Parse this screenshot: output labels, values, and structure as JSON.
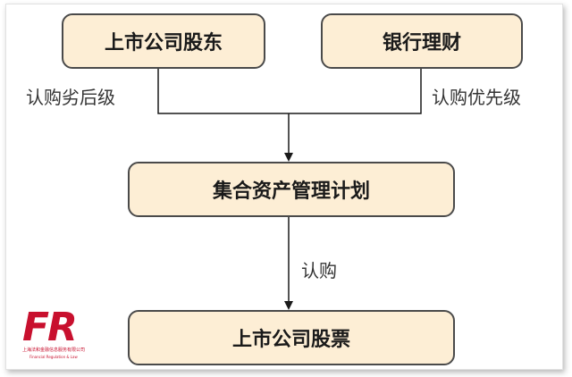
{
  "boxes": {
    "shareholder": "上市公司股东",
    "bank_wm": "银行理财",
    "plan": "集合资产管理计划",
    "stock": "上市公司股票"
  },
  "labels": {
    "left": "认购劣后级",
    "right": "认购优先级",
    "middle": "认购"
  },
  "logo": {
    "text": "FR",
    "caption": "上海法和金融信息服务有限公司",
    "caption_en": "Financial Regulation & Law",
    "color": "#c8102e"
  },
  "colors": {
    "box_fill": "#fdeed5",
    "line": "#1a1a1a"
  }
}
